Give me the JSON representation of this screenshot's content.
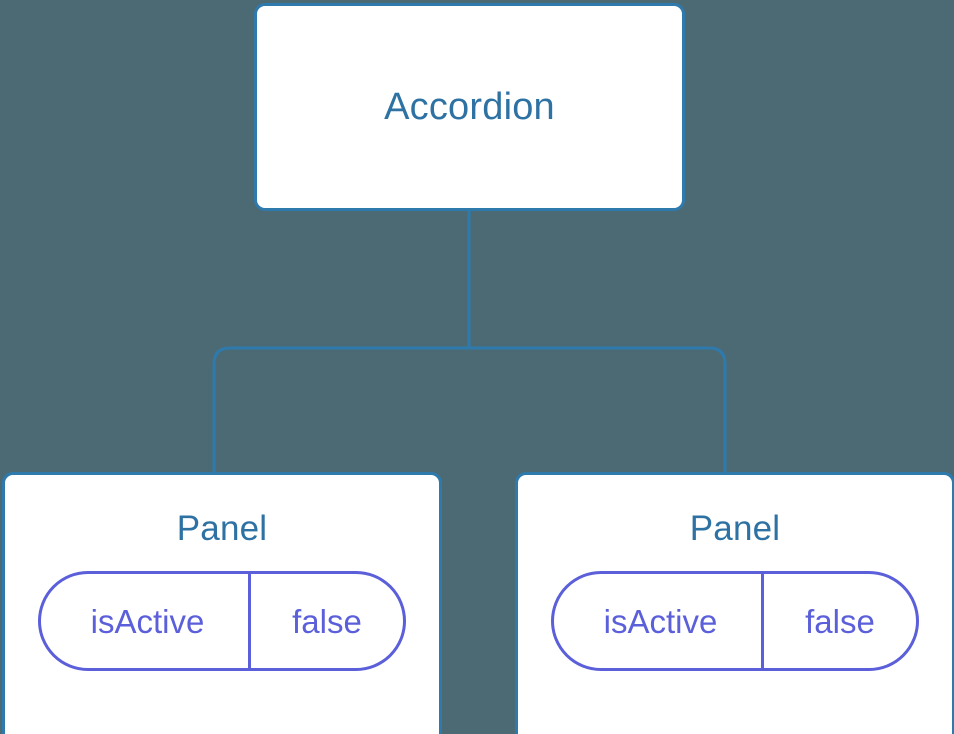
{
  "diagram": {
    "type": "component-tree",
    "background_color": "#4c6a74",
    "node_border_color": "#2e7aad",
    "node_fill_color": "#ffffff",
    "node_text_color": "#2e72a4",
    "edge_color": "#2e7aad",
    "pill_color": "#5b5fd9",
    "root": {
      "label": "Accordion"
    },
    "children": [
      {
        "label": "Panel",
        "state": {
          "key": "isActive",
          "value": "false"
        }
      },
      {
        "label": "Panel",
        "state": {
          "key": "isActive",
          "value": "false"
        }
      }
    ]
  }
}
